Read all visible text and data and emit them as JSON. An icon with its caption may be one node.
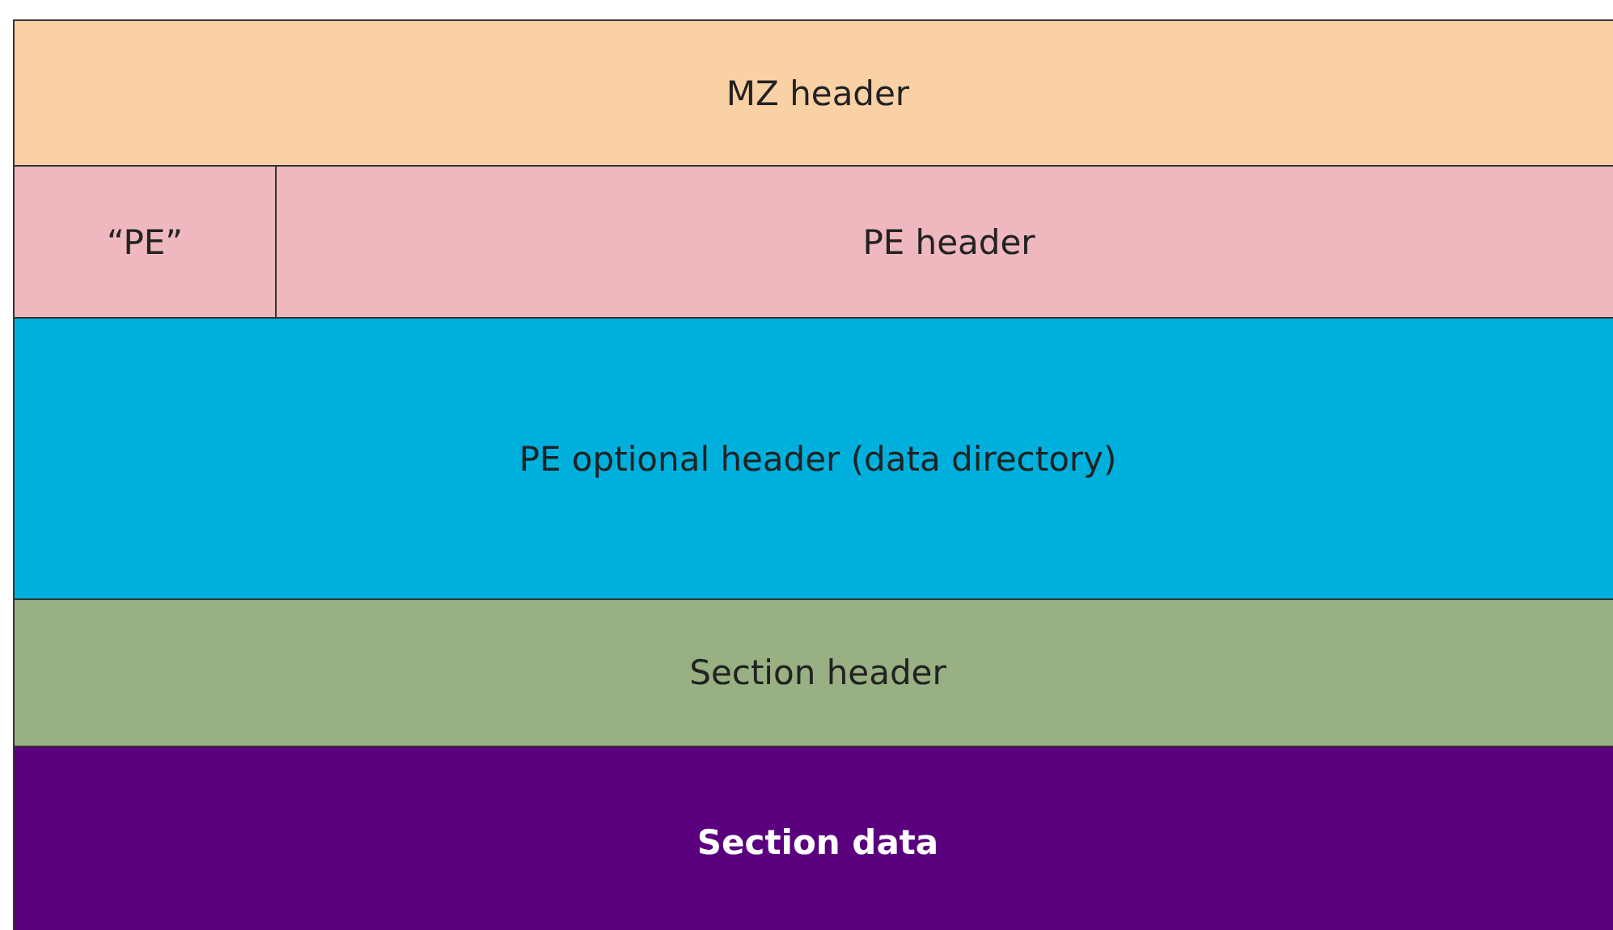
{
  "diagram": {
    "nodes": [
      {
        "text": [
          "MZ header"
        ]
      },
      {
        "text": [
          "“PE”"
        ]
      },
      {
        "text": [
          "PE header"
        ]
      },
      {
        "text": [
          "PE optional header (data directory)"
        ]
      },
      {
        "text": [
          "Section header"
        ]
      },
      {
        "text": [
          "Section data"
        ]
      }
    ]
  }
}
